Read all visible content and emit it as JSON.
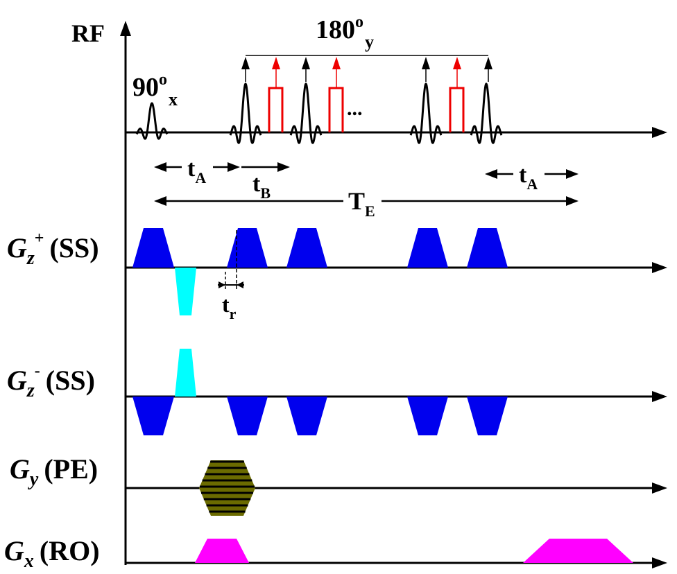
{
  "channels": {
    "rf": {
      "label": "RF"
    },
    "gz_plus": {
      "name": "G",
      "sub": "z",
      "sup": "+",
      "suffix": "(SS)"
    },
    "gz_minus": {
      "name": "G",
      "sub": "z",
      "sup": "-",
      "suffix": "(SS)"
    },
    "gy": {
      "name": "G",
      "sub": "y",
      "suffix": "(PE)"
    },
    "gx": {
      "name": "G",
      "sub": "x",
      "suffix": "(RO)"
    }
  },
  "pulses": {
    "excitation": {
      "base": "90",
      "sup": "o",
      "sub": "x"
    },
    "refocusing": {
      "base": "180",
      "sup": "o",
      "sub": "y"
    },
    "ellipsis": "..."
  },
  "timings": {
    "tA": {
      "base": "t",
      "sub": "A"
    },
    "tB": {
      "base": "t",
      "sub": "B"
    },
    "TE": {
      "base": "T",
      "sub": "E"
    },
    "tr": {
      "base": "t",
      "sub": "r"
    }
  },
  "colors": {
    "slice_select": "#0000ee",
    "rephase_lobe": "#00ffff",
    "phase_encode": "#6b6b00",
    "readout": "#ff00ff",
    "inversion_pulse": "#ee0000",
    "axis": "#000000"
  }
}
